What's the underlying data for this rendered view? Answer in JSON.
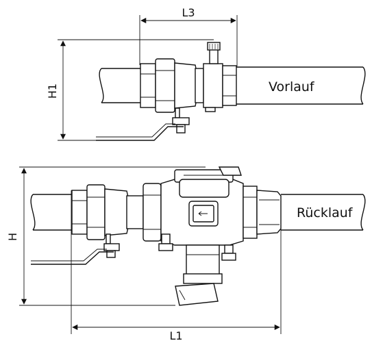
{
  "labels": {
    "vorlauf": "Vorlauf",
    "ruecklauf": "Rücklauf"
  },
  "dimensions": {
    "l3": "L3",
    "h1": "H1",
    "h": "H",
    "l1": "L1"
  }
}
